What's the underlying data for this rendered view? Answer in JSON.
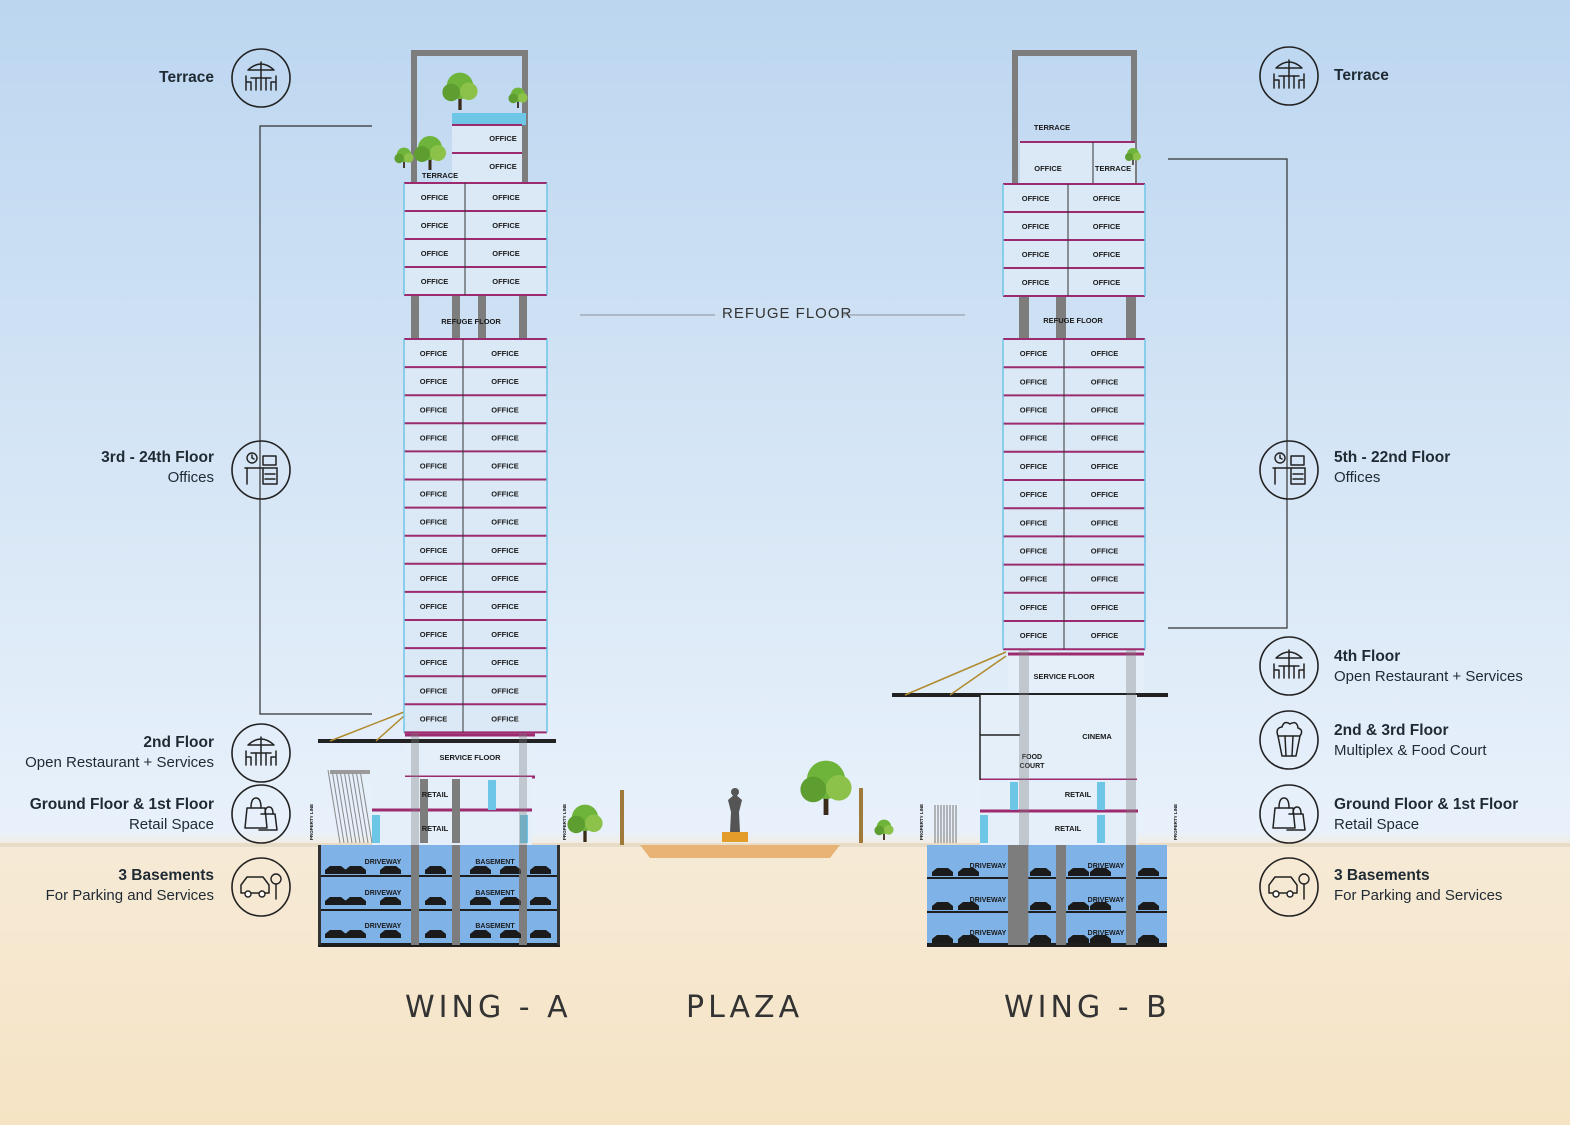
{
  "labels_left": [
    {
      "id": "terrace",
      "title": "Terrace",
      "sub": "",
      "icon": "table-umbrella-icon"
    },
    {
      "id": "offices",
      "title": "3rd - 24th Floor",
      "sub": "Offices",
      "icon": "office-desk-icon"
    },
    {
      "id": "floor2",
      "title": "2nd Floor",
      "sub": "Open Restaurant + Services",
      "icon": "table-umbrella-icon"
    },
    {
      "id": "retail",
      "title": "Ground Floor & 1st Floor",
      "sub": "Retail Space",
      "icon": "shopping-bag-icon"
    },
    {
      "id": "basement",
      "title": "3 Basements",
      "sub": "For Parking and Services",
      "icon": "car-parking-icon"
    }
  ],
  "labels_right": [
    {
      "id": "terrace",
      "title": "Terrace",
      "sub": "",
      "icon": "table-umbrella-icon"
    },
    {
      "id": "offices",
      "title": "5th - 22nd Floor",
      "sub": "Offices",
      "icon": "office-desk-icon"
    },
    {
      "id": "floor4",
      "title": "4th Floor",
      "sub": "Open Restaurant + Services",
      "icon": "table-umbrella-icon"
    },
    {
      "id": "multiplex",
      "title": "2nd & 3rd Floor",
      "sub": "Multiplex & Food Court",
      "icon": "popcorn-icon"
    },
    {
      "id": "retail",
      "title": "Ground Floor & 1st Floor",
      "sub": "Retail Space",
      "icon": "shopping-bag-icon"
    },
    {
      "id": "basement",
      "title": "3 Basements",
      "sub": "For Parking and Services",
      "icon": "car-parking-icon"
    }
  ],
  "refuge_label": "REFUGE FLOOR",
  "section_titles": {
    "wing_a": "WING - A",
    "plaza": "PLAZA",
    "wing_b": "WING - B"
  },
  "room_labels": {
    "office": "OFFICE",
    "terrace": "TERRACE",
    "refuge": "REFUGE FLOOR",
    "service": "SERVICE FLOOR",
    "retail": "RETAIL",
    "driveway": "DRIVEWAY",
    "basement": "BASEMENT",
    "cinema": "CINEMA",
    "food_court": "FOOD COURT",
    "property_line": "PROPERTY LINE"
  },
  "colors": {
    "frame": "#7d7d7d",
    "slab": "#9b2a6e",
    "glass": "#6ec6e6",
    "basement": "#7fb3e8",
    "tree": "#6fb43a",
    "ground": "#f3d7a8"
  }
}
